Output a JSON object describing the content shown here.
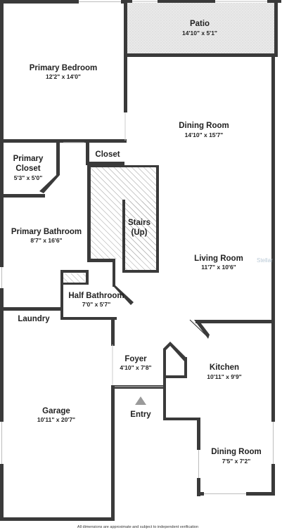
{
  "rooms": {
    "patio": {
      "name": "Patio",
      "dims": "14'10\" x 5'1\""
    },
    "primary_bedroom": {
      "name": "Primary Bedroom",
      "dims": "12'2\" x 14'0\""
    },
    "dining_room_top": {
      "name": "Dining Room",
      "dims": "14'10\" x 15'7\""
    },
    "primary_closet": {
      "name_line1": "Primary",
      "name_line2": "Closet",
      "dims": "5'3\" x 5'0\""
    },
    "closet": {
      "name": "Closet"
    },
    "stairs": {
      "name_line1": "Stairs",
      "name_line2": "(Up)"
    },
    "primary_bathroom": {
      "name": "Primary Bathroom",
      "dims": "8'7\" x 16'6\""
    },
    "living_room": {
      "name": "Living Room",
      "dims": "11'7\" x 10'6\""
    },
    "half_bathroom": {
      "name": "Half Bathroom",
      "dims": "7'0\" x 5'7\""
    },
    "laundry": {
      "name": "Laundry"
    },
    "foyer": {
      "name": "Foyer",
      "dims": "4'10\" x 7'8\""
    },
    "kitchen": {
      "name": "Kitchen",
      "dims": "10'11\" x 9'9\""
    },
    "garage": {
      "name": "Garage",
      "dims": "10'11\" x 20'7\""
    },
    "entry": {
      "name": "Entry"
    },
    "dining_room_bottom": {
      "name": "Dining Room",
      "dims": "7'5\" x 7'2\""
    }
  },
  "watermark": "Stellar",
  "footer_note": "All dimensions are approximate and subject to independent verification",
  "colors": {
    "wall": "#3a3a3a",
    "patio_fill": "#e6e6e6",
    "entry_arrow": "#9a9a9a",
    "hatch": "#a0a0a0"
  }
}
